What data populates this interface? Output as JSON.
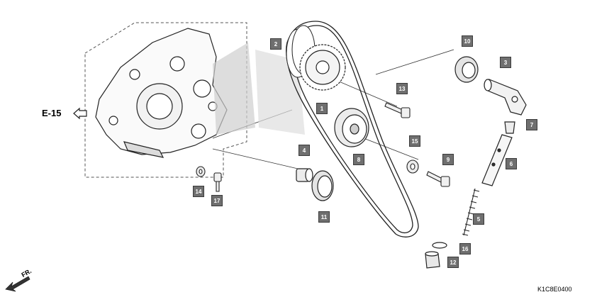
{
  "diagram": {
    "drawing_code": "K1C8E0400",
    "reference": {
      "label": "E-15"
    },
    "direction": {
      "label": "FR."
    },
    "parts": [
      {
        "id": "1",
        "name": "cam-sprocket"
      },
      {
        "id": "2",
        "name": "cam-chain"
      },
      {
        "id": "3",
        "name": "tensioner-lifter"
      },
      {
        "id": "4",
        "name": "collar"
      },
      {
        "id": "5",
        "name": "tensioner-spring"
      },
      {
        "id": "6",
        "name": "tensioner-rod"
      },
      {
        "id": "7",
        "name": "rod-tip"
      },
      {
        "id": "8",
        "name": "chain-roller"
      },
      {
        "id": "9",
        "name": "roller-bolt"
      },
      {
        "id": "10",
        "name": "lifter-roller"
      },
      {
        "id": "11",
        "name": "guide-roller"
      },
      {
        "id": "12",
        "name": "sealing-bolt"
      },
      {
        "id": "13",
        "name": "sprocket-bolt"
      },
      {
        "id": "14",
        "name": "washer"
      },
      {
        "id": "15",
        "name": "washer"
      },
      {
        "id": "16",
        "name": "o-ring"
      },
      {
        "id": "17",
        "name": "flange-bolt"
      }
    ]
  }
}
